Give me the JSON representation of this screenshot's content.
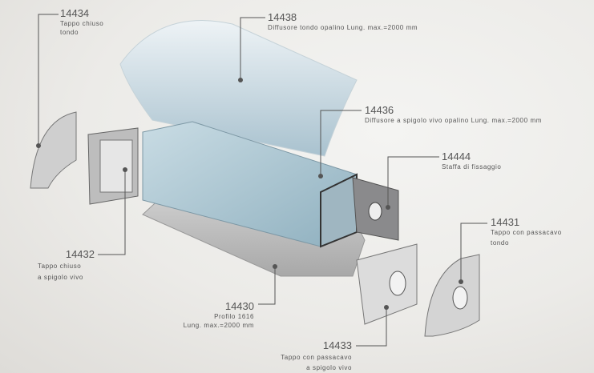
{
  "parts": [
    {
      "code": "14434",
      "desc": [
        "Tappo chiuso",
        "tondo"
      ]
    },
    {
      "code": "14438",
      "desc": [
        "Diffusore tondo opalino Lung. max.=2000 mm"
      ]
    },
    {
      "code": "14436",
      "desc": [
        "Diffusore a spigolo vivo opalino Lung. max.=2000 mm"
      ]
    },
    {
      "code": "14444",
      "desc": [
        "Staffa di fissaggio"
      ]
    },
    {
      "code": "14431",
      "desc": [
        "Tappo con passacavo",
        "tondo"
      ]
    },
    {
      "code": "14432",
      "desc": [
        "Tappo chiuso",
        "a spigolo vivo"
      ]
    },
    {
      "code": "14430",
      "desc": [
        "Profilo 1616",
        "Lung. max.=2000 mm"
      ]
    },
    {
      "code": "14433",
      "desc": [
        "Tappo con passacavo",
        "a spigolo vivo"
      ]
    }
  ]
}
